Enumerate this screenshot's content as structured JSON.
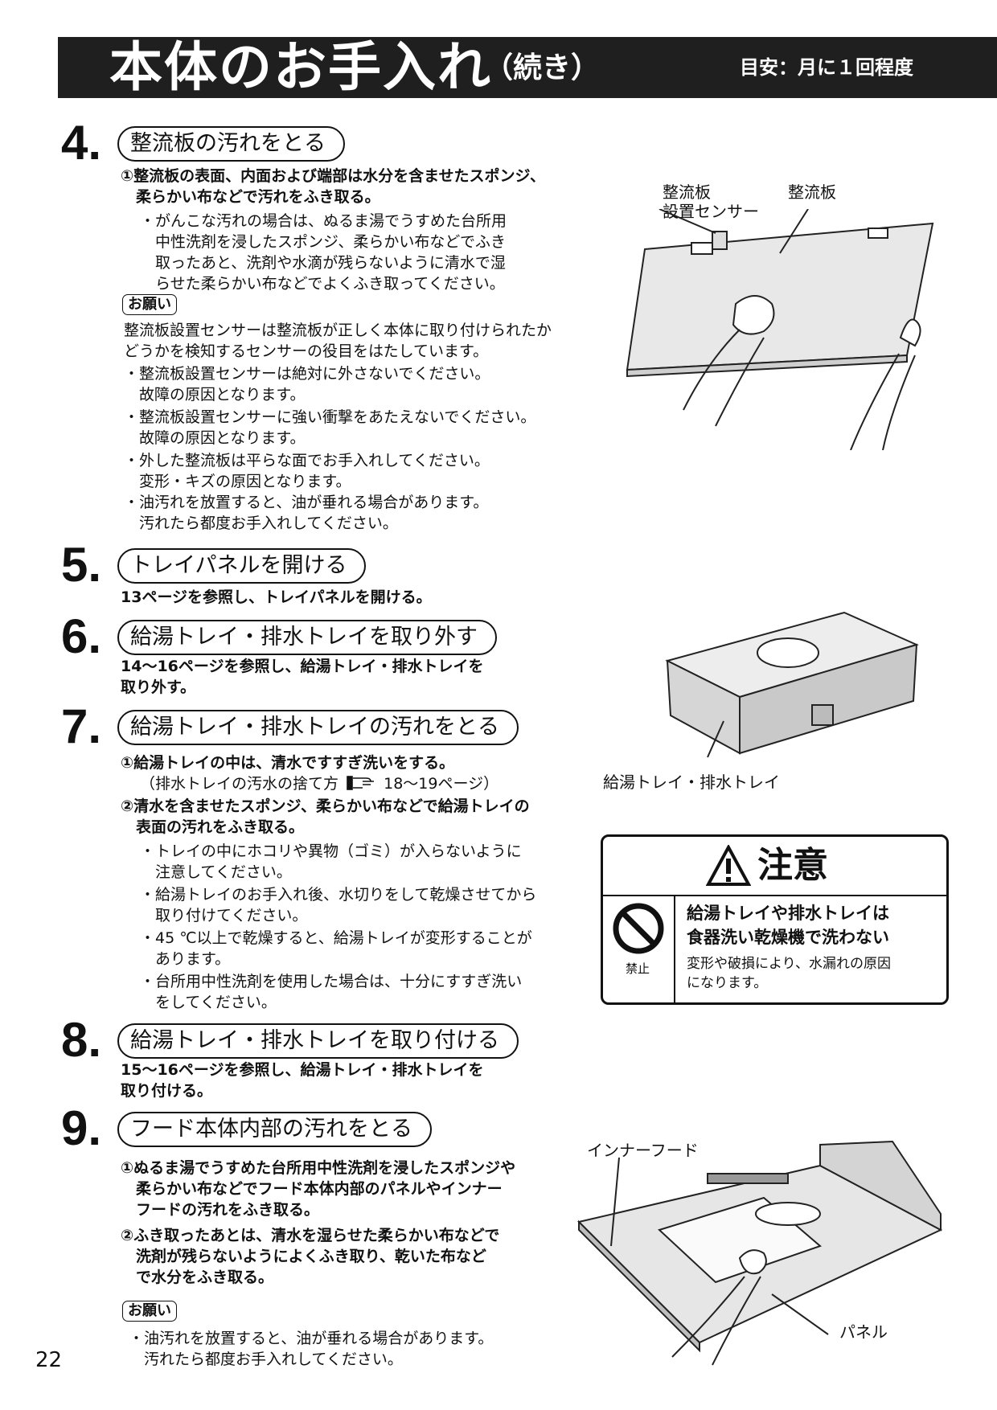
{
  "header": {
    "title": "本体のお手入れ",
    "title_suffix": "（続き）",
    "frequency": "目安：月に１回程度"
  },
  "step4": {
    "number": "4.",
    "title": "整流板の汚れをとる",
    "lines": [
      "①整流板の表面、内面および端部は水分を含ませたスポンジ、",
      "　柔らかい布などで汚れをふき取る。"
    ],
    "note_lines": [
      "・がんこな汚れの場合は、ぬるま湯でうすめた台所用",
      "　中性洗剤を浸したスポンジ、柔らかい布などでふき",
      "　取ったあと、洗剤や水滴が残らないように清水で湿",
      "　らせた柔らかい布などでよくふき取ってください。"
    ],
    "request_label": "お願い",
    "request_lines": [
      "整流板設置センサーは整流板が正しく本体に取り付けられたか",
      "どうかを検知するセンサーの役目をはたしています。",
      "・整流板設置センサーは絶対に外さないでください。",
      "　故障の原因となります。",
      "・整流板設置センサーに強い衝撃をあたえないでください。",
      "　故障の原因となります。",
      "・外した整流板は平らな面でお手入れしてください。",
      "　変形・キズの原因となります。",
      "・油汚れを放置すると、油が垂れる場合があります。",
      "　汚れたら都度お手入れしてください。"
    ],
    "fig_label_sensor_1": "整流板",
    "fig_label_sensor_2": "設置センサー",
    "fig_label_board": "整流板"
  },
  "step5": {
    "number": "5.",
    "title": "トレイパネルを開ける",
    "line": "13ページを参照し、トレイパネルを開ける。"
  },
  "step6": {
    "number": "6.",
    "title": "給湯トレイ・排水トレイを取り外す",
    "lines": [
      "14〜16ページを参照し、給湯トレイ・排水トレイを",
      "取り外す。"
    ],
    "fig_label": "給湯トレイ・排水トレイ"
  },
  "step7": {
    "number": "7.",
    "title": "給湯トレイ・排水トレイの汚れをとる",
    "line1": "①給湯トレイの中は、清水ですすぎ洗いをする。",
    "ref_before": "（排水トレイの汚水の捨て方",
    "ref_after": "18〜19ページ）",
    "lines2": [
      "②清水を含ませたスポンジ、柔らかい布などで給湯トレイの",
      "　表面の汚れをふき取る。"
    ],
    "notes": [
      "・トレイの中にホコリや異物（ゴミ）が入らないように",
      "　注意してください。",
      "・給湯トレイのお手入れ後、水切りをして乾燥させてから",
      "　取り付けてください。",
      "・45 ℃以上で乾燥すると、給湯トレイが変形することが",
      "　あります。",
      "・台所用中性洗剤を使用した場合は、十分にすすぎ洗い",
      "　をしてください。"
    ]
  },
  "caution": {
    "title": "注意",
    "prohibit_label": "禁止",
    "main_lines": [
      "給湯トレイや排水トレイは",
      "食器洗い乾燥機で洗わない"
    ],
    "sub_lines": [
      "変形や破損により、水漏れの原因",
      "になります。"
    ]
  },
  "step8": {
    "number": "8.",
    "title": "給湯トレイ・排水トレイを取り付ける",
    "lines": [
      "15〜16ページを参照し、給湯トレイ・排水トレイを",
      "取り付ける。"
    ]
  },
  "step9": {
    "number": "9.",
    "title": "フード本体内部の汚れをとる",
    "lines": [
      "①ぬるま湯でうすめた台所用中性洗剤を浸したスポンジや",
      "　柔らかい布などでフード本体内部のパネルやインナー",
      "　フードの汚れをふき取る。",
      "②ふき取ったあとは、清水を湿らせた柔らかい布などで",
      "　洗剤が残らないようによくふき取り、乾いた布など",
      "　で水分をふき取る。"
    ],
    "request_label": "お願い",
    "request_lines": [
      "・油汚れを放置すると、油が垂れる場合があります。",
      "　汚れたら都度お手入れしてください。"
    ],
    "fig_label_inner": "インナーフード",
    "fig_label_panel": "パネル"
  },
  "page_number": "22"
}
